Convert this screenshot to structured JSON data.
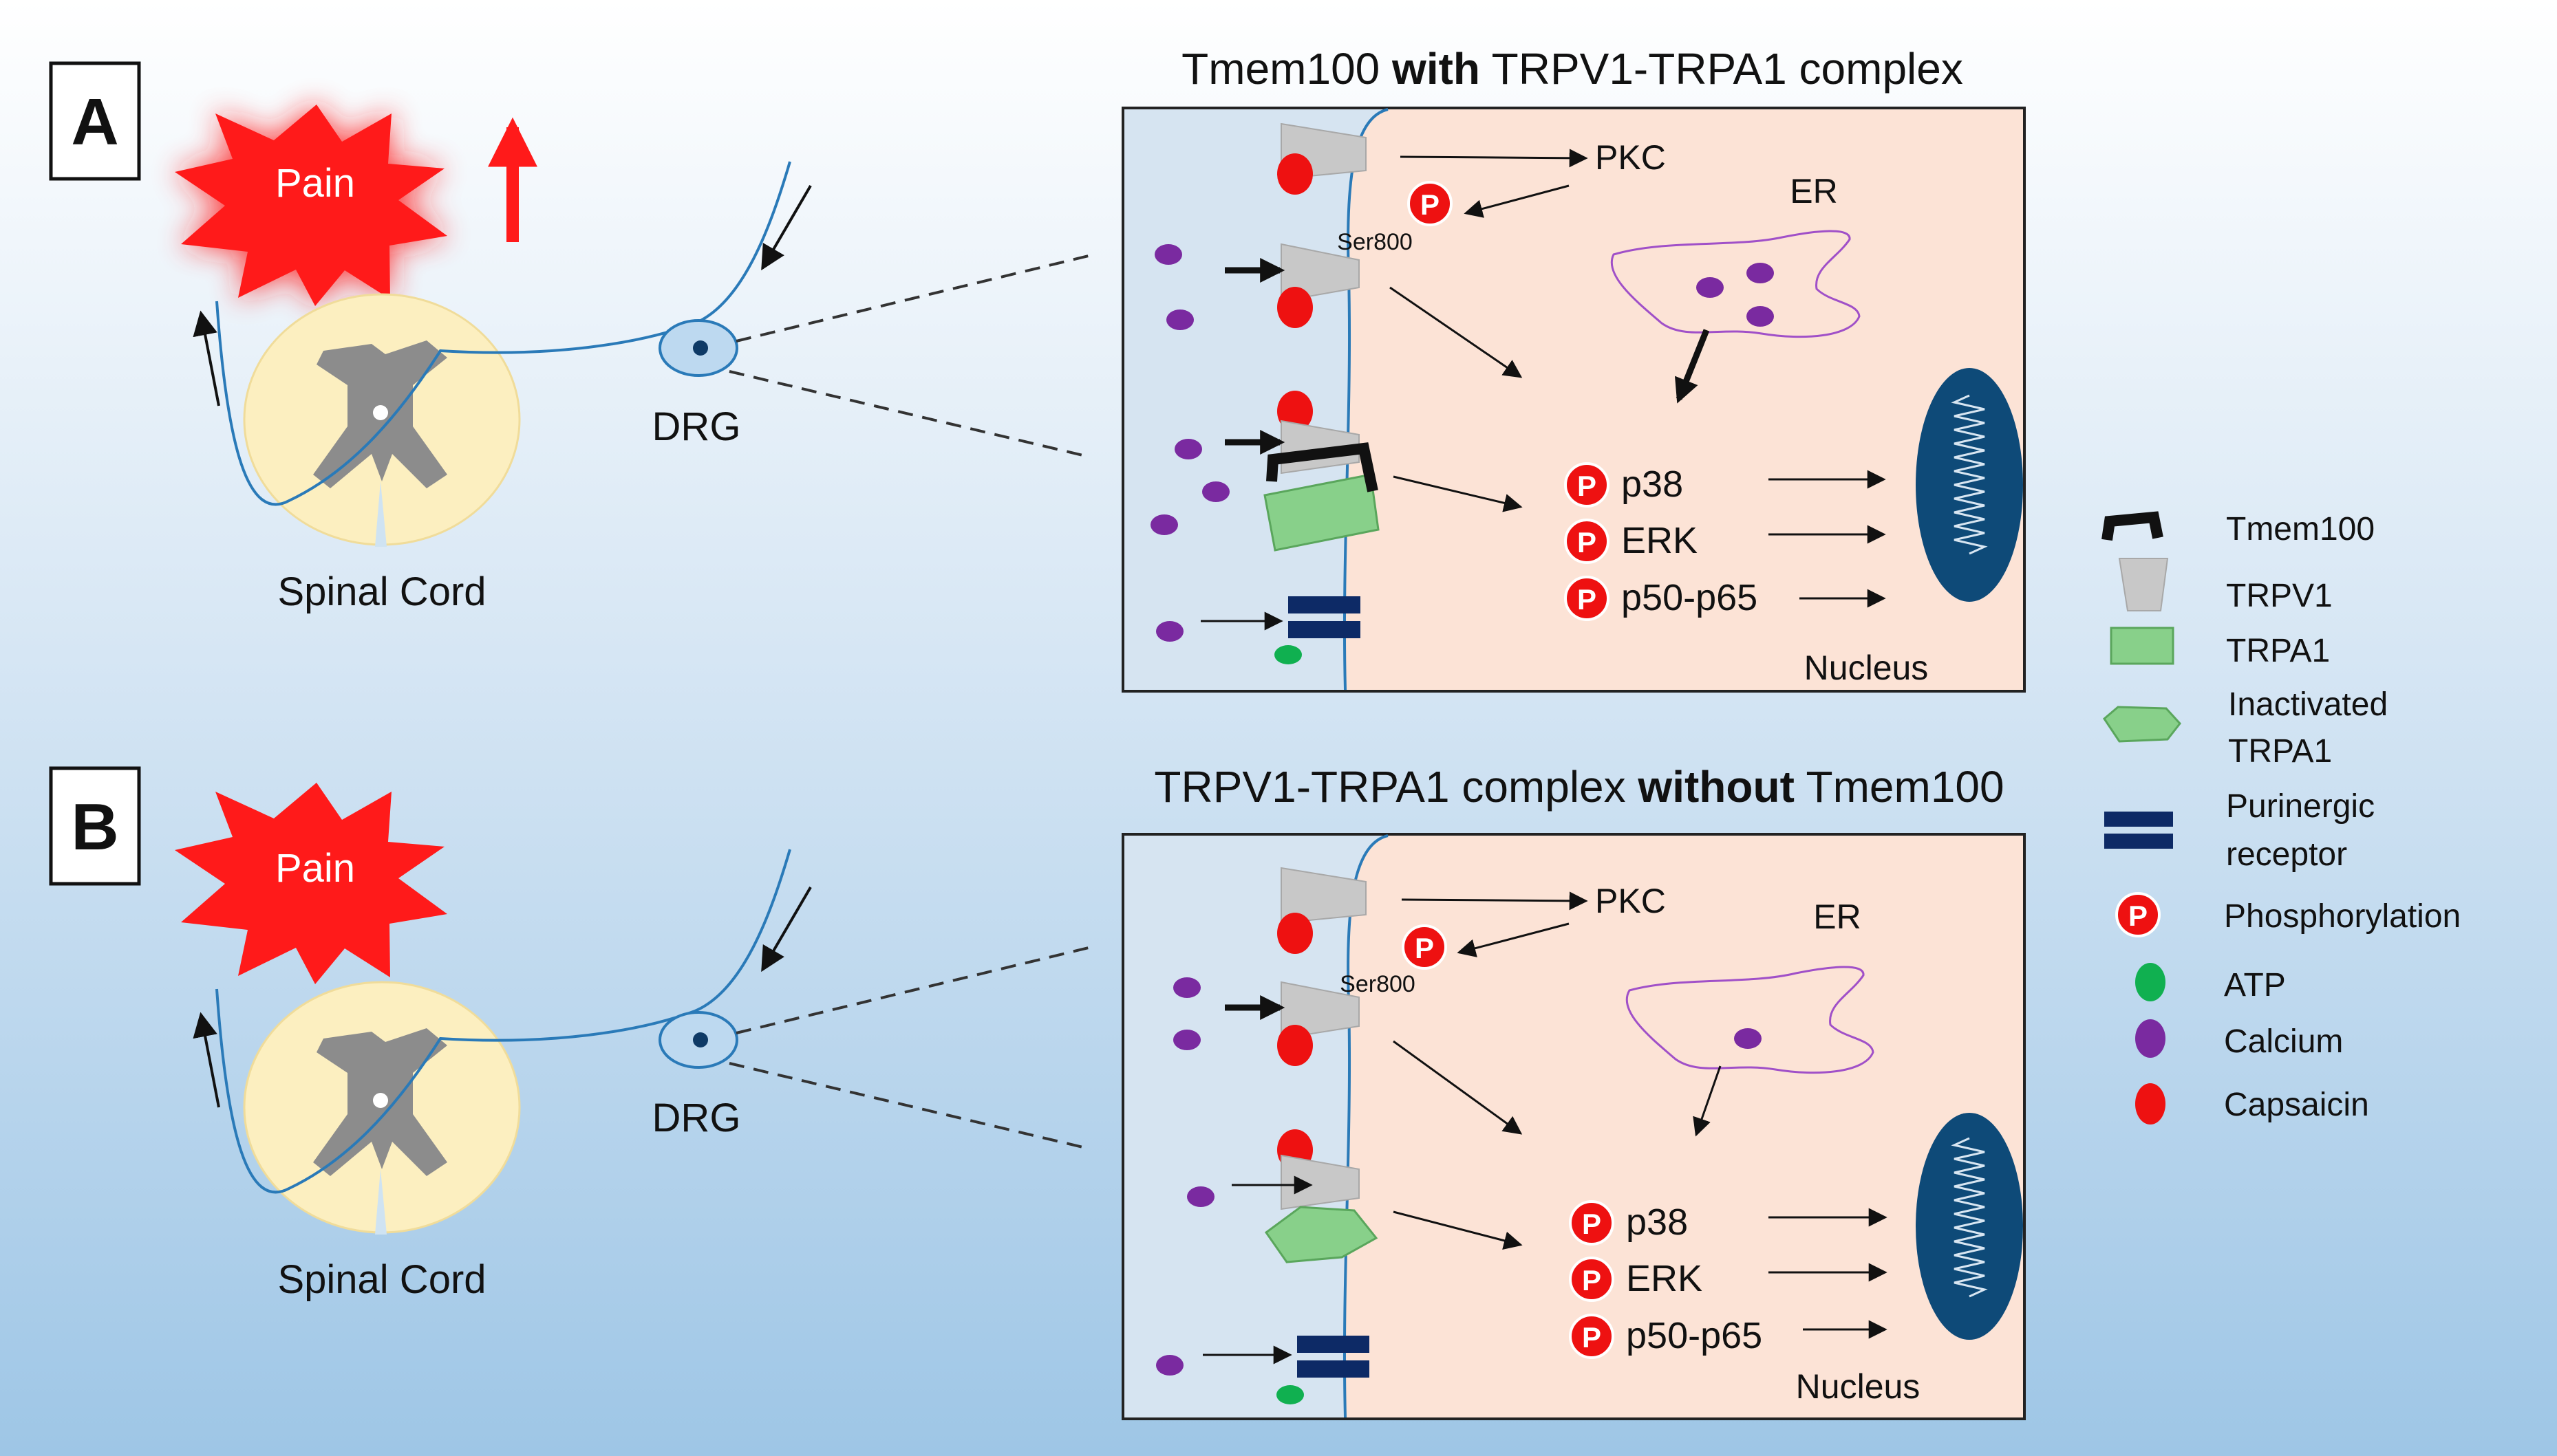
{
  "panels": [
    {
      "letter": "A",
      "title_pre": "Tmem100 ",
      "title_bold": "with",
      "title_post": " TRPV1-TRPA1 complex",
      "pain_label": "Pain",
      "spinal_cord_label": "Spinal Cord",
      "drg_label": "DRG",
      "cell": {
        "pkc_label": "PKC",
        "ser_label": "Ser800",
        "er_label": "ER",
        "nucleus_label": "Nucleus",
        "p_symbol": "P",
        "kinases": [
          "p38",
          "ERK",
          "p50-p65"
        ]
      }
    },
    {
      "letter": "B",
      "title_pre": "TRPV1-TRPA1 complex ",
      "title_bold": "without",
      "title_post": " Tmem100",
      "pain_label": "Pain",
      "spinal_cord_label": "Spinal Cord",
      "drg_label": "DRG",
      "cell": {
        "pkc_label": "PKC",
        "ser_label": "Ser800",
        "er_label": "ER",
        "nucleus_label": "Nucleus",
        "p_symbol": "P",
        "kinases": [
          "p38",
          "ERK",
          "p50-p65"
        ]
      }
    }
  ],
  "legend": {
    "items": [
      {
        "icon": "tmem100-icon",
        "label": [
          "Tmem100"
        ]
      },
      {
        "icon": "trpv1-icon",
        "label": [
          "TRPV1"
        ]
      },
      {
        "icon": "trpa1-icon",
        "label": [
          "TRPA1"
        ]
      },
      {
        "icon": "inactivated-trpa1-icon",
        "label": [
          "Inactivated",
          "TRPA1"
        ]
      },
      {
        "icon": "purinergic-receptor-icon",
        "label": [
          "Purinergic",
          "receptor"
        ]
      },
      {
        "icon": "phosphorylation-icon",
        "label": [
          "Phosphorylation"
        ]
      },
      {
        "icon": "atp-icon",
        "label": [
          "ATP"
        ]
      },
      {
        "icon": "calcium-icon",
        "label": [
          "Calcium"
        ]
      },
      {
        "icon": "capsaicin-icon",
        "label": [
          "Capsaicin"
        ]
      }
    ]
  },
  "colors": {
    "pain": "#ff1a1a",
    "capsaicin": "#ee1111",
    "calcium": "#7a2aa0",
    "atp": "#10b050",
    "trpv1": "#cccccc",
    "trpa1": "#88d08a",
    "purinergic": "#0d2a66",
    "nucleus": "#0e4a78",
    "cytoplasm": "#fce3d6",
    "er_outline": "#a050c8",
    "spinal_cord": "#fcefc0",
    "drg": "#bdd9f0"
  }
}
